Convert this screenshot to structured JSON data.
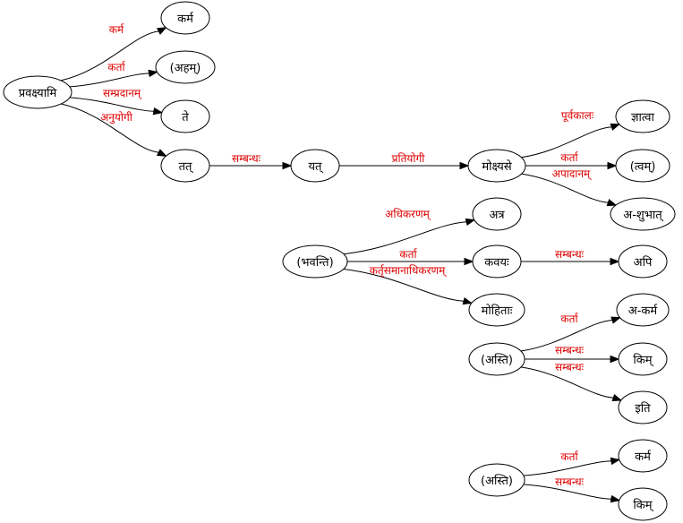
{
  "colors": {
    "edge_label": "#e00000",
    "stroke": "#000000",
    "node_fill": "#ffffff"
  },
  "nodes": [
    {
      "id": "n0",
      "label": "प्रवक्ष्यामि"
    },
    {
      "id": "n1",
      "label": "कर्म"
    },
    {
      "id": "n2",
      "label": "(अहम्)"
    },
    {
      "id": "n3",
      "label": "ते"
    },
    {
      "id": "n4",
      "label": "तत्"
    },
    {
      "id": "n5",
      "label": "यत्"
    },
    {
      "id": "n6",
      "label": "मोक्ष्यसे"
    },
    {
      "id": "n7",
      "label": "ज्ञात्वा"
    },
    {
      "id": "n8",
      "label": "(त्वम्)"
    },
    {
      "id": "n9",
      "label": "अ-शुभात्"
    },
    {
      "id": "n10",
      "label": "अत्र"
    },
    {
      "id": "n11",
      "label": "(भवन्ति)"
    },
    {
      "id": "n12",
      "label": "कवयः"
    },
    {
      "id": "n13",
      "label": "अपि"
    },
    {
      "id": "n14",
      "label": "मोहिताः"
    },
    {
      "id": "n15",
      "label": "अ-कर्म"
    },
    {
      "id": "n16",
      "label": "(अस्ति)"
    },
    {
      "id": "n17",
      "label": "किम्"
    },
    {
      "id": "n18",
      "label": "इति"
    },
    {
      "id": "n19",
      "label": "कर्म"
    },
    {
      "id": "n20",
      "label": "(अस्ति)"
    },
    {
      "id": "n21",
      "label": "किम्"
    }
  ],
  "edges": [
    {
      "from": "n0",
      "to": "n1",
      "label": "कर्म"
    },
    {
      "from": "n0",
      "to": "n2",
      "label": "कर्ता"
    },
    {
      "from": "n0",
      "to": "n3",
      "label": "सम्प्रदानम्"
    },
    {
      "from": "n0",
      "to": "n4",
      "label": "अनुयोगी"
    },
    {
      "from": "n4",
      "to": "n5",
      "label": "सम्बन्धः"
    },
    {
      "from": "n5",
      "to": "n6",
      "label": "प्रतियोगी"
    },
    {
      "from": "n6",
      "to": "n7",
      "label": "पूर्वकालः"
    },
    {
      "from": "n6",
      "to": "n8",
      "label": "कर्ता"
    },
    {
      "from": "n6",
      "to": "n9",
      "label": "अपादानम्"
    },
    {
      "from": "n11",
      "to": "n10",
      "label": "अधिकरणम्"
    },
    {
      "from": "n11",
      "to": "n12",
      "label": "कर्ता"
    },
    {
      "from": "n11",
      "to": "n14",
      "label": "कर्तृसमानाधिकरणम्"
    },
    {
      "from": "n12",
      "to": "n13",
      "label": "सम्बन्धः"
    },
    {
      "from": "n16",
      "to": "n15",
      "label": "कर्ता"
    },
    {
      "from": "n16",
      "to": "n17",
      "label": "सम्बन्धः"
    },
    {
      "from": "n16",
      "to": "n18",
      "label": "सम्बन्धः"
    },
    {
      "from": "n20",
      "to": "n19",
      "label": "कर्ता"
    },
    {
      "from": "n20",
      "to": "n21",
      "label": "सम्बन्धः"
    }
  ]
}
